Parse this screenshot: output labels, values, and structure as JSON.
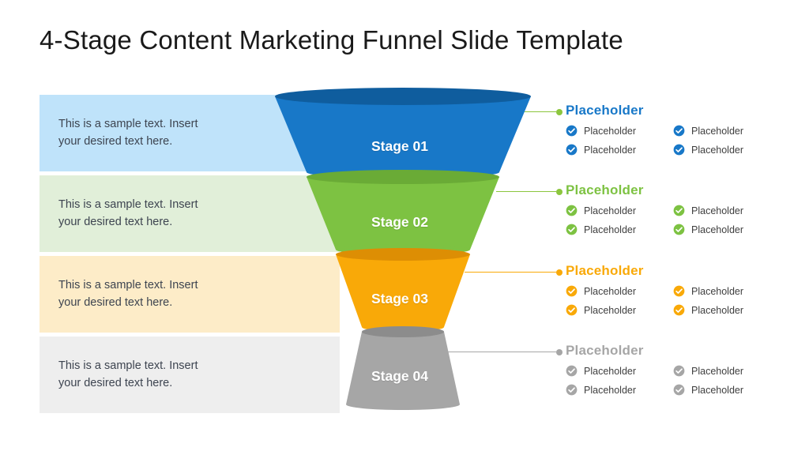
{
  "slide": {
    "title": "4-Stage Content Marketing Funnel Slide Template",
    "background": "#ffffff"
  },
  "stages": [
    {
      "label": "Stage 01",
      "color": "#1878c8",
      "rim_color": "#0f5d9e",
      "panel_color": "#bfe3fa",
      "connector_color": "#8cc63e",
      "description": "This is a sample text. Insert your desired text here.",
      "group_title": "Placeholder",
      "group_title_color": "#1878c8",
      "items": [
        "Placeholder",
        "Placeholder",
        "Placeholder",
        "Placeholder"
      ]
    },
    {
      "label": "Stage 02",
      "color": "#7dc242",
      "rim_color": "#6aab36",
      "panel_color": "#e1efd9",
      "connector_color": "#8cc63e",
      "description": "This is a sample text. Insert your desired text here.",
      "group_title": "Placeholder",
      "group_title_color": "#7dc242",
      "items": [
        "Placeholder",
        "Placeholder",
        "Placeholder",
        "Placeholder"
      ]
    },
    {
      "label": "Stage 03",
      "color": "#f9a908",
      "rim_color": "#dd8e04",
      "panel_color": "#fdecc8",
      "connector_color": "#f9a908",
      "description": "This is a sample text. Insert your desired text here.",
      "group_title": "Placeholder",
      "group_title_color": "#f9a908",
      "items": [
        "Placeholder",
        "Placeholder",
        "Placeholder",
        "Placeholder"
      ]
    },
    {
      "label": "Stage 04",
      "color": "#a6a6a6",
      "rim_color": "#8c8c8c",
      "panel_color": "#eeeeee",
      "connector_color": "#a6a6a6",
      "description": "This is a sample text. Insert your desired text here.",
      "group_title": "Placeholder",
      "group_title_color": "#a6a6a6",
      "items": [
        "Placeholder",
        "Placeholder",
        "Placeholder",
        "Placeholder"
      ]
    }
  ],
  "icons": {
    "check": "check-circle-icon"
  }
}
